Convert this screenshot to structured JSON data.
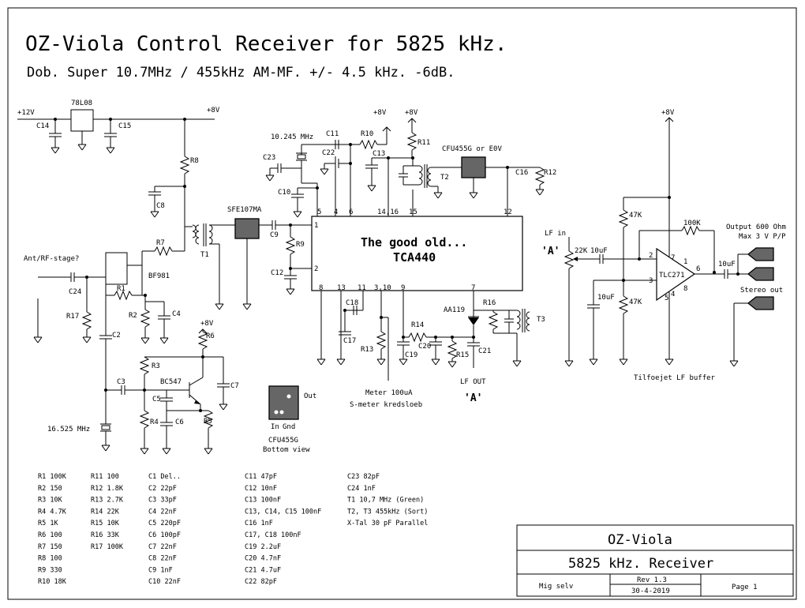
{
  "title": "OZ-Viola Control Receiver for 5825 kHz.",
  "subtitle": "Dob. Super 10.7MHz / 455kHz AM-MF. +/- 4.5 kHz. -6dB.",
  "ic_main": {
    "line1": "The good old...",
    "line2": "TCA440"
  },
  "labels": {
    "v12": "+12V",
    "v8a": "+8V",
    "v8b": "+8V",
    "v8c": "+8V",
    "v8d": "+8V",
    "v8e": "+8V",
    "reg": "78L08",
    "xtal1": "10.245 MHz",
    "xtal2": "16.525 MHz",
    "sfe": "SFE107MA",
    "cfu": "CFU455G or E0V",
    "ant": "Ant/RF-stage?",
    "bf981": "BF981",
    "bc547": "BC547",
    "aa119": "AA119",
    "meter1": "Meter 100uA",
    "meter2": "S-meter kredsloeb",
    "lfout": "LF OUT",
    "lfin": "LF in",
    "markA1": "'A'",
    "markA2": "'A'",
    "tlc": "TLC271",
    "out1": "Output 600 Ohm",
    "out2": "Max 3 V P/P",
    "stereo": "Stereo out",
    "buffer": "Tilfoejet LF buffer",
    "cfu_out": "Out",
    "cfu_in": "In",
    "cfu_gnd": "Gnd",
    "cfu_name": "CFU455G",
    "cfu_view": "Bottom view"
  },
  "components": {
    "C14": "C14",
    "C15": "C15",
    "C8": "C8",
    "R8": "R8",
    "R7": "R7",
    "T1": "T1",
    "C9": "C9",
    "R9": "R9",
    "C12": "C12",
    "C10": "C10",
    "C23": "C23",
    "C11": "C11",
    "C22": "C22",
    "R10": "R10",
    "C13": "C13",
    "R11": "R11",
    "T2": "T2",
    "C16": "C16",
    "R12": "R12",
    "C24": "C24",
    "R17": "R17",
    "R1": "R1",
    "R2": "R2",
    "C4": "C4",
    "C2": "C2",
    "R6": "R6",
    "R3": "R3",
    "C3": "C3",
    "C5": "C5",
    "C6": "C6",
    "R4": "R4",
    "R5": "R5",
    "C7": "C7",
    "C18": "C18",
    "C17": "C17",
    "R13": "R13",
    "R14": "R14",
    "C19": "C19",
    "C20": "C20",
    "R15": "R15",
    "C21": "C21",
    "R16": "R16",
    "T3": "T3",
    "R47a": "47K",
    "R47b": "47K",
    "R100k": "100K",
    "R22k": "22K",
    "C10u1": "10uF",
    "C10u2": "10uF",
    "C10u3": "10uF"
  },
  "pins": {
    "p5": "5",
    "p4": "4",
    "p6": "6",
    "p1416": "14,16",
    "p15": "15",
    "p12": "12",
    "p1": "1",
    "p2": "2",
    "p8": "8",
    "p13": "13",
    "p11": "11",
    "p310": "3,10",
    "p9": "9",
    "p7": "7",
    "o2": "2",
    "o3": "3",
    "o7": "7",
    "o1": "1",
    "o6": "6",
    "o4": "4",
    "o5": "5",
    "o8": "8"
  },
  "parts_list": {
    "col1": [
      "R1 100K",
      "R2 150",
      "R3 10K",
      "R4 4.7K",
      "R5 1K",
      "R6 100",
      "R7 150",
      "R8 100",
      "R9 330",
      "R10 18K"
    ],
    "col2": [
      "R11 100",
      "R12 1.8K",
      "R13 2.7K",
      "R14 22K",
      "R15 10K",
      "R16 33K",
      "R17 100K"
    ],
    "col3": [
      "C1 Del..",
      "C2 22pF",
      "C3 33pF",
      "C4 22nF",
      "C5 220pF",
      "C6 100pF",
      "C7 22nF",
      "C8 22nF",
      "C9 1nF",
      "C10 22nF"
    ],
    "col4": [
      "C11 47pF",
      "C12 10nF",
      "C13 100nF",
      "C13, C14, C15 100nF",
      "C16 1nF",
      "C17, C18 100nF",
      "C19 2.2uF",
      "C20 4.7nF",
      "C21 4.7uF",
      "C22 82pF"
    ],
    "col5": [
      "C23 82pF",
      "C24 1nF",
      "T1 10,7 MHz (Green)",
      "T2, T3 455kHz (Sort)",
      "X-Tal 30 pF Parallel"
    ]
  },
  "title_block": {
    "name": "OZ-Viola",
    "desc": "5825 kHz. Receiver",
    "author": "Mig selv",
    "rev": "Rev 1.3",
    "date": "30-4-2019",
    "page": "Page 1"
  }
}
